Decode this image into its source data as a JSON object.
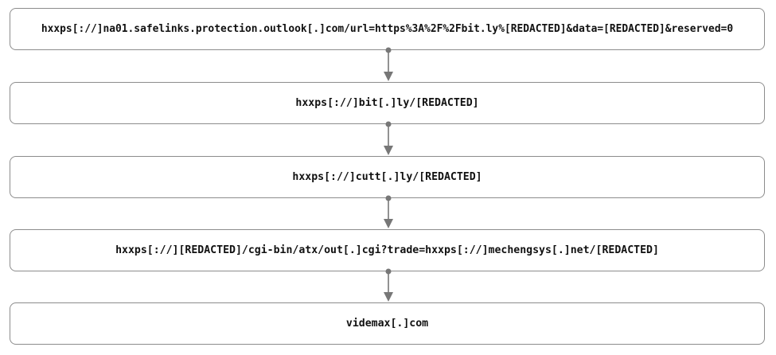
{
  "diagram": {
    "steps": [
      {
        "label": "hxxps[://]na01.safelinks.protection.outlook[.]com/url=https%3A%2F%2Fbit.ly%[REDACTED]&data=[REDACTED]&reserved=0"
      },
      {
        "label": "hxxps[://]bit[.]ly/[REDACTED]"
      },
      {
        "label": "hxxps[://]cutt[.]ly/[REDACTED]"
      },
      {
        "label": "hxxps[://][REDACTED]/cgi-bin/atx/out[.]cgi?trade=hxxps[://]mechengsys[.]net/[REDACTED]"
      },
      {
        "label": "videmax[.]com"
      }
    ],
    "connector_color": "#777777",
    "border_color": "#8c8c8c"
  }
}
